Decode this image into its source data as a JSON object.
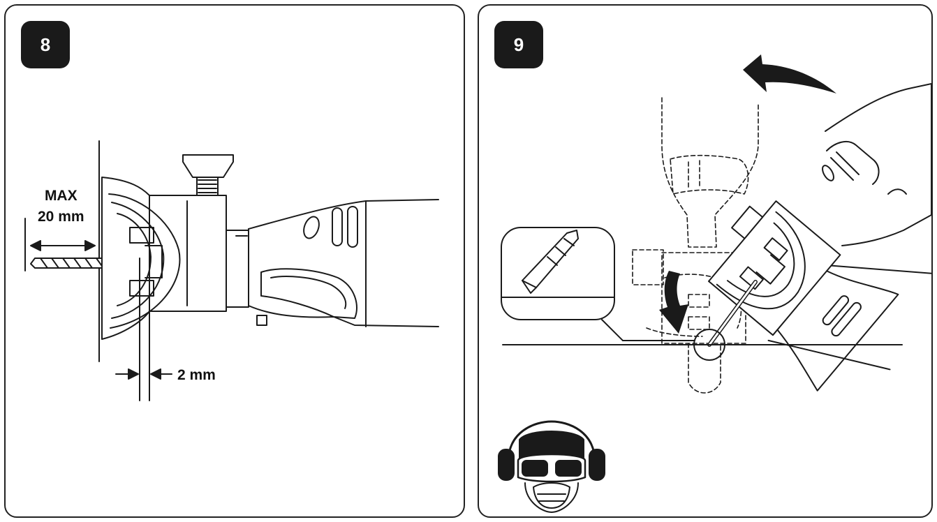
{
  "panels": [
    {
      "step": "8",
      "labels": {
        "max_line1": "MAX",
        "max_line2": "20 mm",
        "gap": "2 mm"
      }
    },
    {
      "step": "9",
      "icons": [
        "rotate-arrow-icon",
        "down-arrow-icon",
        "safety-ppe-icon"
      ]
    }
  ]
}
